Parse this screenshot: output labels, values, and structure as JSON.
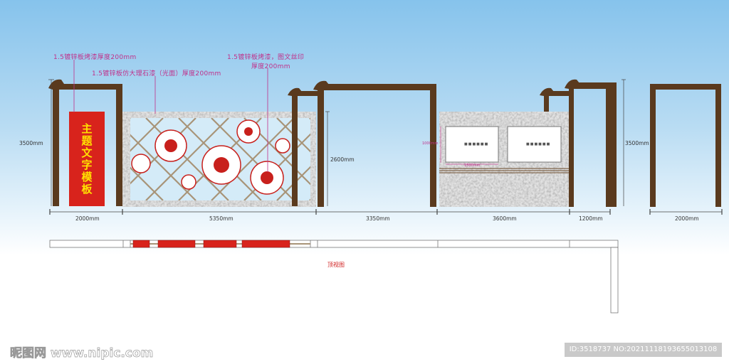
{
  "annotations": {
    "note1": "1.5镀锌板烤漆厚度200mm",
    "note2": "1.5镀锌板仿大理石漆（光面）厚度200mm",
    "note3_line1": "1.5镀锌板烤漆，图文丝印",
    "note3_line2": "厚度200mm"
  },
  "panel_title": "主题文字模板",
  "dimensions": {
    "height_left": "3500mm",
    "height_right": "3500mm",
    "inner_height": "2600mm",
    "board_height": "1000mm",
    "board_width": "1500mm",
    "widths": [
      "2000mm",
      "5350mm",
      "3350mm",
      "3600mm",
      "1200mm",
      "2000mm"
    ]
  },
  "board_text": "■■■■■■",
  "top_view_label": "顶视图",
  "watermark": "昵图网 www.nipic.com",
  "image_id": "ID:3518737 NO:20211118193655013108",
  "colors": {
    "frame": "#5a3a1e",
    "red": "#d8231c",
    "note": "#c0308a",
    "lattice": "#a89478"
  }
}
